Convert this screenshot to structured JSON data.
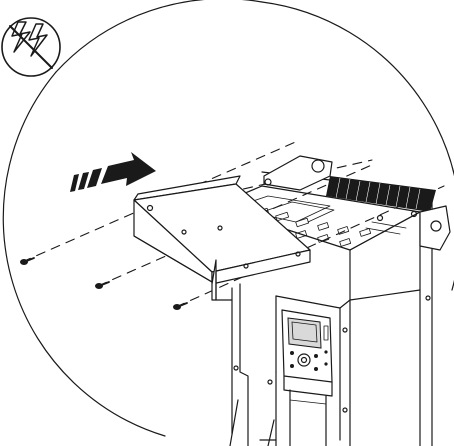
{
  "warning_icon": {
    "name": "no-voltage-warning-icon",
    "symbol": "lightning-bolts-crossed-out"
  },
  "direction_arrow": {
    "name": "insert-direction-arrow-icon",
    "direction": "right"
  },
  "colors": {
    "line": "#1a1a1a",
    "background": "#ffffff",
    "vent": "#1a1a1a"
  },
  "screws": {
    "count": 3
  }
}
